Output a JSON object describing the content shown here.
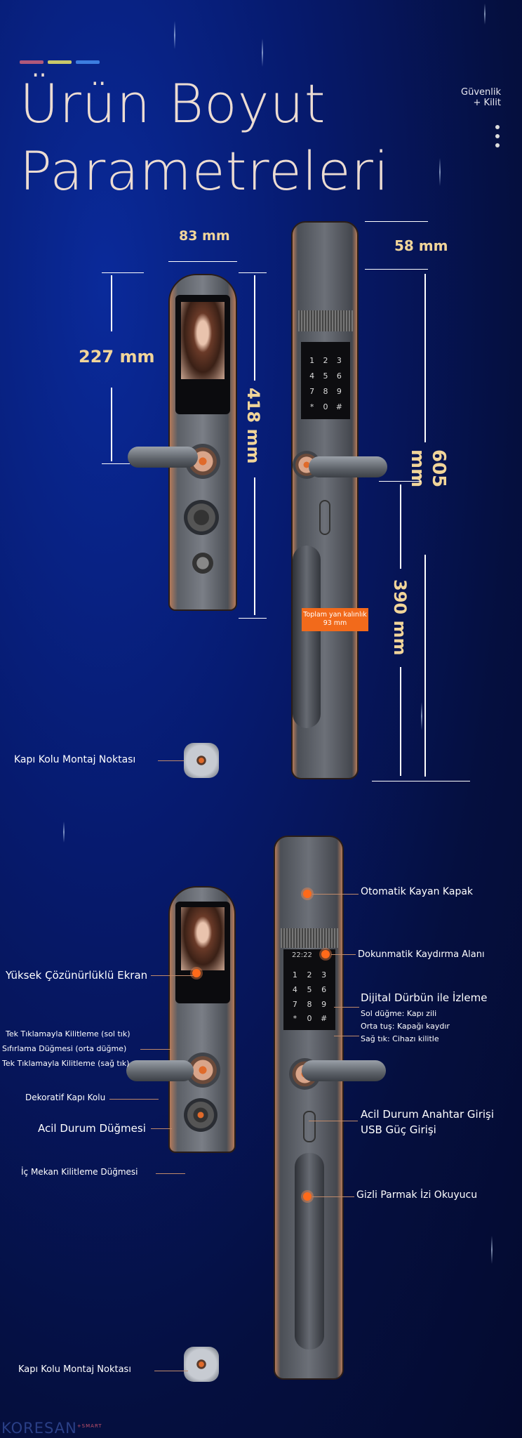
{
  "header": {
    "title_line1": "Ürün Boyut",
    "title_line2": "Parametreleri",
    "brand_line1": "Güvenlik",
    "brand_line2": "+ Kilit",
    "accent_colors": [
      "#b0587a",
      "#c9c86a",
      "#3d7de0"
    ]
  },
  "dimensions": {
    "width": "83 mm",
    "upper_height": "227 mm",
    "front_height": "418 mm",
    "top_offset": "58 mm",
    "total_height": "605 mm",
    "lower_height": "390 mm",
    "thickness_line1": "Toplam yan kalınlık",
    "thickness_line2": "93 mm"
  },
  "keypad": {
    "time": "22:22",
    "keys": [
      "1",
      "2",
      "3",
      "4",
      "5",
      "6",
      "7",
      "8",
      "9",
      "*",
      "0",
      "#"
    ]
  },
  "labels_top": {
    "mount": "Kapı Kolu Montaj Noktası"
  },
  "labels_left": {
    "screen": "Yüksek Çözünürlüklü Ekran",
    "lock_left": "Tek Tıklamayla Kilitleme (sol tık)",
    "reset": "Sıfırlama Düğmesi (orta düğme)",
    "lock_right": "Tek Tıklamayla Kilitleme (sağ tık)",
    "handle": "Dekoratif Kapı Kolu",
    "emergency": "Acil Durum Düğmesi",
    "indoor": "İç Mekan Kilitleme Düğmesi",
    "mount": "Kapı Kolu Montaj Noktası"
  },
  "labels_right": {
    "cover": "Otomatik Kayan Kapak",
    "touch": "Dokunmatik Kaydırma Alanı",
    "peephole": "Dijital Dürbün ile İzleme",
    "left_btn": "Sol düğme: Kapı zili",
    "mid_btn": "Orta tuş: Kapağı kaydır",
    "right_btn": "Sağ tık: Cihazı kilitle",
    "key": "Acil Durum Anahtar Girişi",
    "usb": "USB Güç Girişi",
    "fingerprint": "Gizli Parmak İzi Okuyucu"
  },
  "watermark": {
    "brand": "KORESAN",
    "suffix": "+SMART"
  },
  "accent": "#f26a1b"
}
